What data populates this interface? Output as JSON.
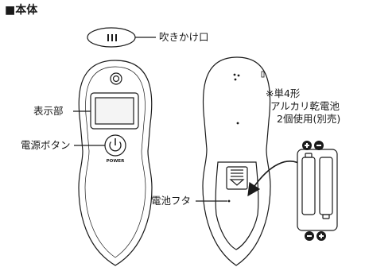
{
  "heading": "■本体",
  "labels": {
    "mouthpiece": "吹きかけ口",
    "display": "表示部",
    "power_button": "電源ボタン",
    "power_text": "POWER",
    "battery_cover": "電池フタ"
  },
  "battery_note": {
    "line1": "※単4形",
    "line2": "アルカリ乾電池",
    "line3": "2個使用(別売)"
  },
  "symbols": {
    "plus": "⊕",
    "minus": "⊖"
  },
  "colors": {
    "line": "#1a1a1a",
    "fill": "#ffffff",
    "display_screen": "#f4f4f4"
  }
}
